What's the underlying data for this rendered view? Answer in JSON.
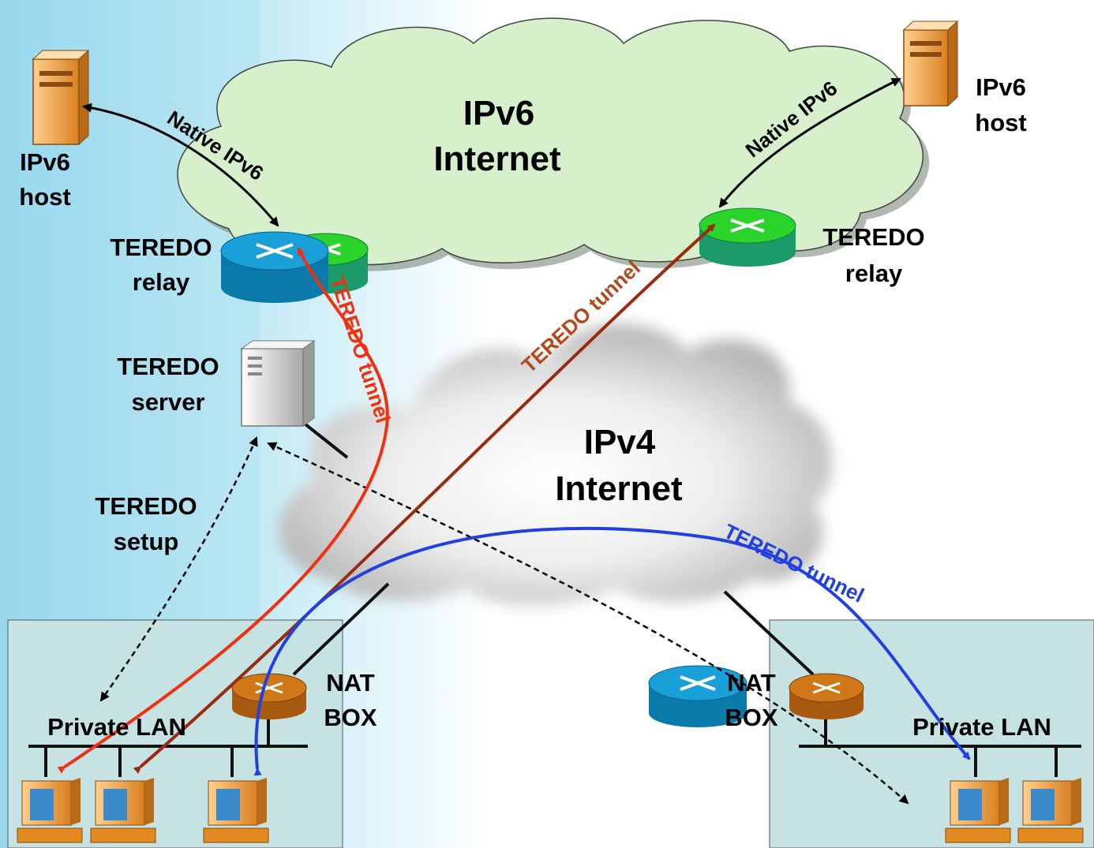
{
  "clouds": {
    "ipv6": {
      "line1": "IPv6",
      "line2": "Internet"
    },
    "ipv4": {
      "line1": "IPv4",
      "line2": "Internet"
    }
  },
  "hosts": {
    "left": {
      "line1": "IPv6",
      "line2": "host"
    },
    "right": {
      "line1": "IPv6",
      "line2": "host"
    }
  },
  "relays": {
    "left": {
      "line1": "TEREDO",
      "line2": "relay"
    },
    "right": {
      "line1": "TEREDO",
      "line2": "relay"
    }
  },
  "server": {
    "line1": "TEREDO",
    "line2": "server"
  },
  "setup": {
    "line1": "TEREDO",
    "line2": "setup"
  },
  "nat": {
    "left": {
      "line1": "NAT",
      "line2": "BOX"
    },
    "right": {
      "line1": "NAT",
      "line2": "BOX"
    }
  },
  "lan": {
    "left": "Private LAN",
    "right": "Private LAN"
  },
  "links": {
    "native_left": "Native IPv6",
    "native_right": "Native IPv6",
    "tunnel_red": "TEREDO tunnel",
    "tunnel_brown": "TEREDO tunnel",
    "tunnel_blue": "TEREDO tunnel"
  },
  "colors": {
    "ipv6_cloud": "#d6f0cc",
    "lan_box": "#c6e2e2",
    "tunnel_red": "#f03010",
    "tunnel_brown": "#9a2a10",
    "tunnel_brown_label": "#b04a1a",
    "tunnel_blue": "#2040e0",
    "relay_blue": "#1aa0d8",
    "relay_green": "#2bd42b",
    "nat_orange": "#d07818"
  }
}
